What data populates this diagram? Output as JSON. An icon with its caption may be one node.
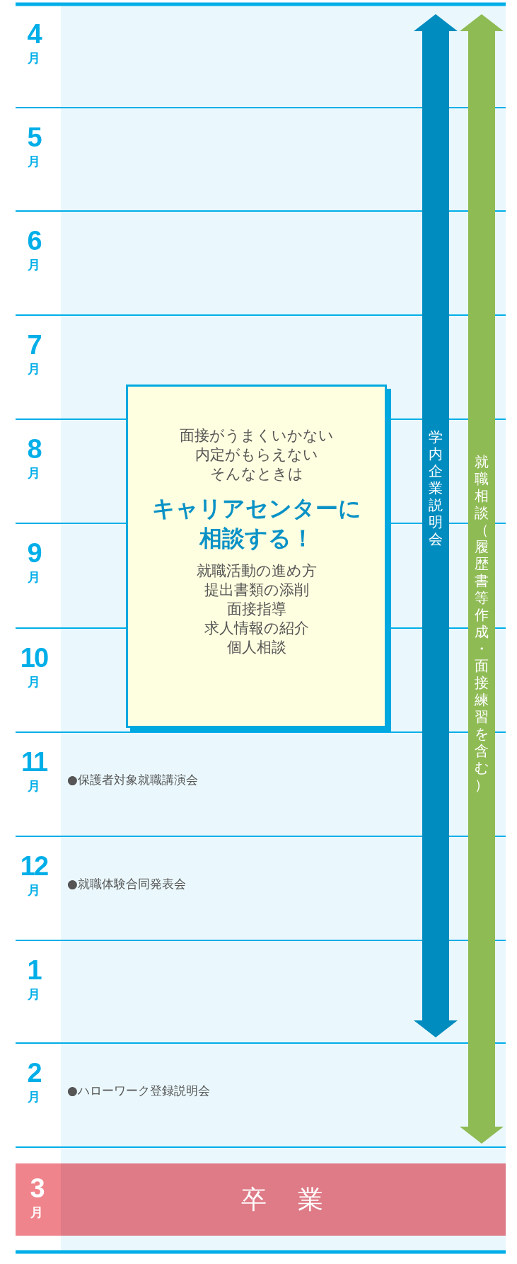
{
  "diagram": {
    "nodes": [
      {
        "text": [
          "面接がうまくいかない",
          "内定がもらえない",
          "そんなときは",
          "キャリアセンターに相談する！",
          "就職活動の進め方",
          "提出書類の添削",
          "面接指導",
          "求人情報の紹介",
          "個人相談"
        ]
      },
      {
        "text": [
          "卒　業"
        ]
      }
    ],
    "labels": [
      "4",
      "月",
      "5",
      "月",
      "6",
      "月",
      "7",
      "月",
      "8",
      "月",
      "9",
      "月",
      "10",
      "月",
      "11",
      "月",
      "●保護者対象就職講演会",
      "12",
      "月",
      "●就職体験合同発表会",
      "1",
      "月",
      "2",
      "月",
      "●ハローワーク登録説明会",
      "3",
      "月",
      "学内企業説明会",
      "就職相談（履歴書等作成・面接練習を含む）"
    ]
  }
}
